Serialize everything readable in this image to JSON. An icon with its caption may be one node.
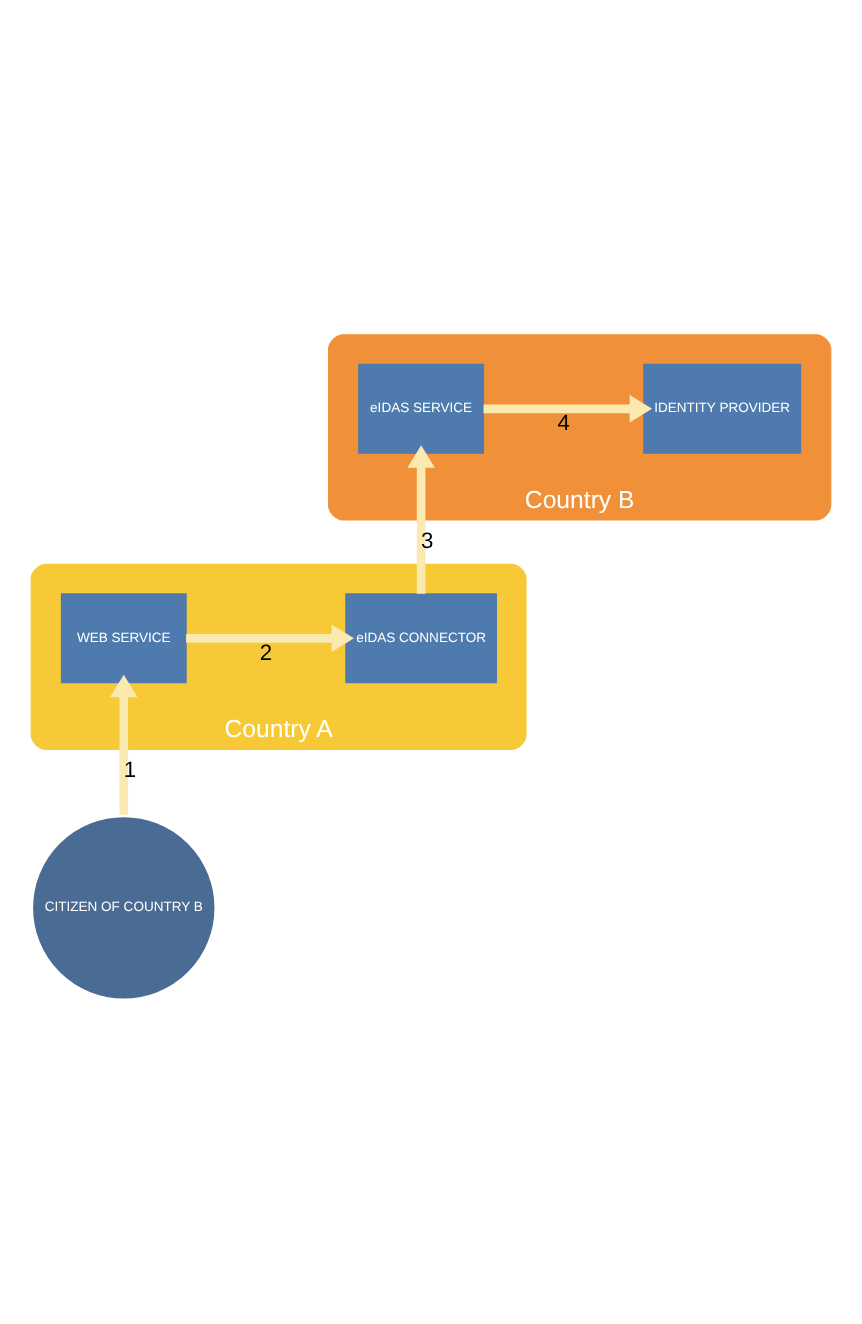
{
  "diagram": {
    "nodes": [
      {
        "text": [
          "Country B"
        ]
      },
      {
        "text": [
          "eIDAS SERVICE"
        ],
        "in": 0
      },
      {
        "text": [
          "IDENTITY PROVIDER"
        ],
        "in": 0
      },
      {
        "text": [
          "Country A"
        ]
      },
      {
        "text": [
          "eIDAS CONNECTOR"
        ],
        "in": 3
      },
      {
        "text": [
          "WEB SERVICE"
        ],
        "in": 3
      },
      {
        "text": [
          "CITIZEN OF COUNTRY B"
        ]
      }
    ],
    "edges": [
      {
        "from": 6,
        "to": 5,
        "arrow": "to",
        "label": "1"
      },
      {
        "from": 5,
        "to": 4,
        "arrow": "to",
        "label": "2"
      },
      {
        "from": 4,
        "to": 1,
        "arrow": "to",
        "label": "3"
      },
      {
        "from": 1,
        "to": 2,
        "arrow": "to",
        "label": "4"
      }
    ]
  }
}
